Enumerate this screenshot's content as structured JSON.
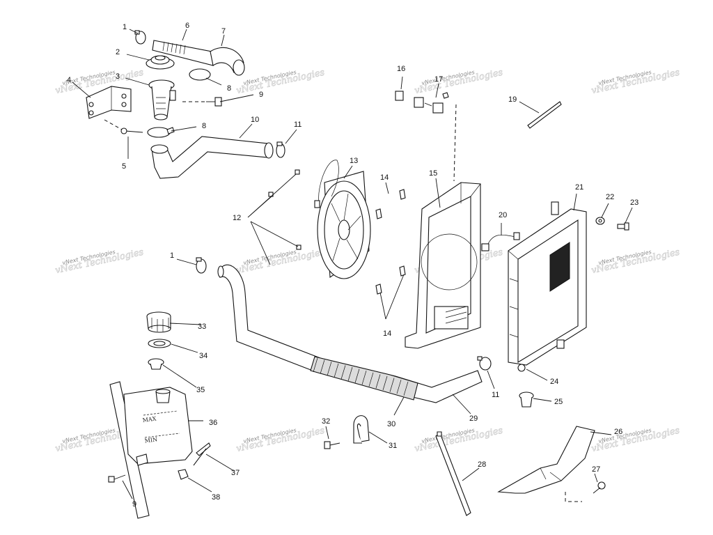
{
  "diagram": {
    "callouts": [
      "1",
      "6",
      "7",
      "2",
      "8",
      "4",
      "3",
      "9",
      "8",
      "10",
      "11",
      "5",
      "13",
      "16",
      "17",
      "19",
      "12",
      "14",
      "15",
      "21",
      "22",
      "23",
      "20",
      "1",
      "14",
      "33",
      "34",
      "35",
      "36",
      "37",
      "38",
      "9",
      "32",
      "31",
      "30",
      "29",
      "11",
      "24",
      "25",
      "26",
      "27",
      "28"
    ],
    "tank_max": "MAX",
    "tank_min": "MIN"
  },
  "watermark": {
    "text": "vNext Technologies",
    "ghost": "vNext Technologies"
  }
}
